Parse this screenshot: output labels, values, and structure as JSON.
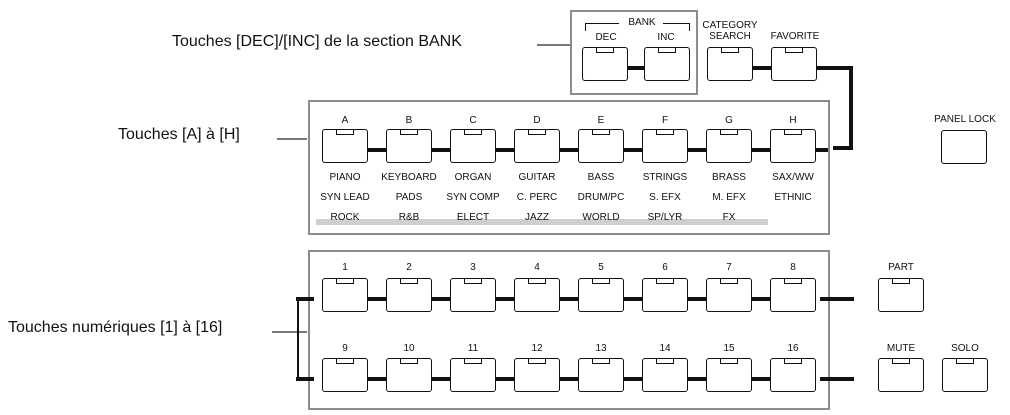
{
  "callouts": {
    "bank_keys": "Touches [DEC]/[INC] de la section BANK",
    "category_keys": "Touches [A] à [H]",
    "number_keys": "Touches numériques [1] à [16]"
  },
  "bank": {
    "title": "BANK",
    "dec_label": "DEC",
    "inc_label": "INC"
  },
  "top_buttons": {
    "category_search_line1": "CATEGORY",
    "category_search_line2": "SEARCH",
    "favorite": "FAVORITE",
    "panel_lock": "PANEL LOCK"
  },
  "category_keys": [
    {
      "letter": "A",
      "cat1": "PIANO",
      "cat2": "SYN LEAD",
      "cat3": "ROCK"
    },
    {
      "letter": "B",
      "cat1": "KEYBOARD",
      "cat2": "PADS",
      "cat3": "R&B"
    },
    {
      "letter": "C",
      "cat1": "ORGAN",
      "cat2": "SYN COMP",
      "cat3": "ELECT"
    },
    {
      "letter": "D",
      "cat1": "GUITAR",
      "cat2": "C. PERC",
      "cat3": "JAZZ"
    },
    {
      "letter": "E",
      "cat1": "BASS",
      "cat2": "DRUM/PC",
      "cat3": "WORLD"
    },
    {
      "letter": "F",
      "cat1": "STRINGS",
      "cat2": "S. EFX",
      "cat3": "SP/LYR"
    },
    {
      "letter": "G",
      "cat1": "BRASS",
      "cat2": "M. EFX",
      "cat3": "FX"
    },
    {
      "letter": "H",
      "cat1": "SAX/WW",
      "cat2": "ETHNIC",
      "cat3": ""
    }
  ],
  "number_keys_row1": [
    "1",
    "2",
    "3",
    "4",
    "5",
    "6",
    "7",
    "8"
  ],
  "number_keys_row2": [
    "9",
    "10",
    "11",
    "12",
    "13",
    "14",
    "15",
    "16"
  ],
  "side_buttons": {
    "part": "PART",
    "mute": "MUTE",
    "solo": "SOLO"
  }
}
